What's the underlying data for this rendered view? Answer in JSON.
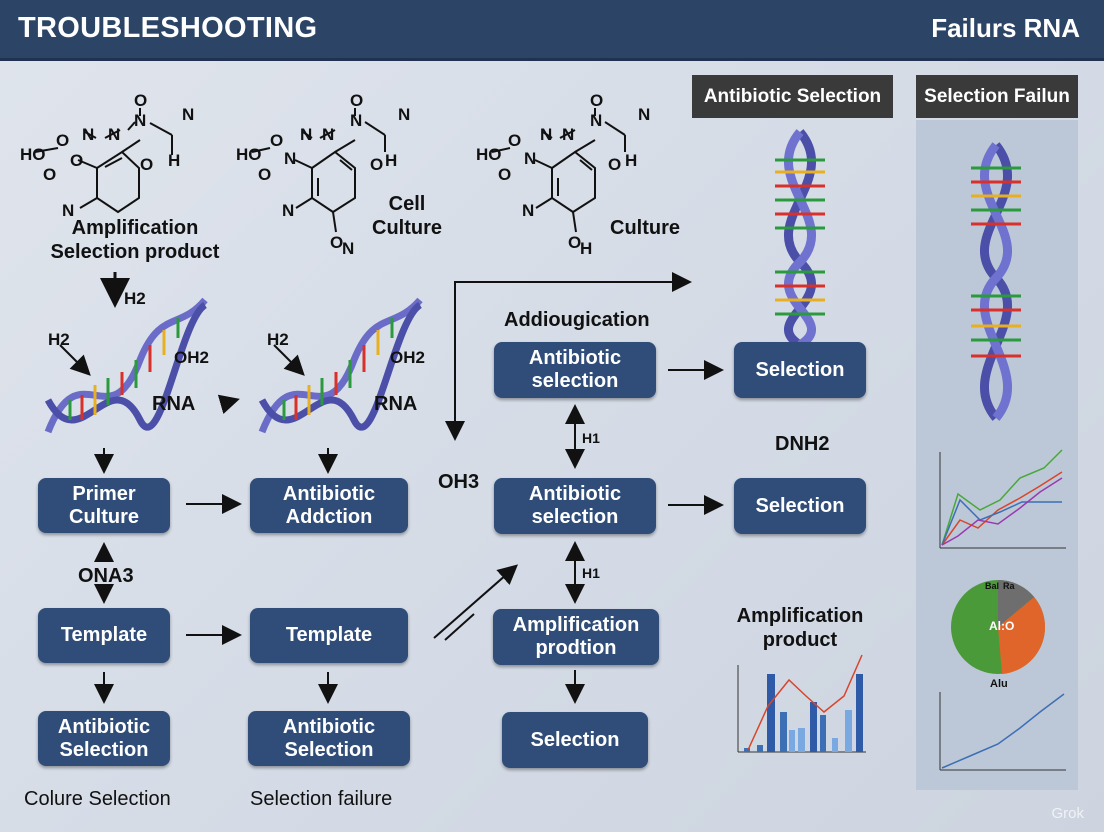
{
  "header": {
    "title": "TROUBLESHOOTING",
    "subtitle": "Failurs RNA"
  },
  "tags": {
    "antibiotic_selection": "Antibiotic Selection",
    "selection_failure": "Selection Failun"
  },
  "molecules": {
    "mol1": {
      "caption": "Amplification\nSelection product"
    },
    "mol2": {
      "caption": "Cell\nCulture"
    },
    "mol3": {
      "caption": "Culture"
    }
  },
  "labels": {
    "h2_top": "H2",
    "h2_left1": "H2",
    "oh2_1": "OH2",
    "rna_1": "RNA",
    "h2_left2": "H2",
    "oh2_2": "OH2",
    "rna_2": "RNA",
    "ona3": "ONA3",
    "oh3": "OH3",
    "dnh2": "DNH2",
    "h1_a": "H1",
    "h1_b": "H1",
    "addiougication": "Addiougication",
    "amplification_product": "Amplification\nproduct",
    "colure_selection": "Colure Selection",
    "selection_failure_bottom": "Selection failure"
  },
  "boxes": {
    "primer_culture": "Primer\nCulture",
    "antibiotic_addction": "Antibiotic\nAddction",
    "template_1": "Template",
    "template_2": "Template",
    "antibiotic_selection_1": "Antibiotic\nSelection",
    "antibiotic_selection_2": "Antibiotic\nSelection",
    "antibiotic_selection_top": "Antibiotic\nselection",
    "antibiotic_selection_mid": "Antibiotic\nselection",
    "amplification_prodtion": "Amplification\nprodtion",
    "selection_bottom": "Selection",
    "selection_top_right": "Selection",
    "selection_mid_right": "Selection"
  },
  "pie": {
    "center_label": "Al:O",
    "label_top_left": "Bal",
    "label_top_right": "Ra",
    "bottom_label": "Alu",
    "colors": [
      "#4a9a3a",
      "#e0652a",
      "#6e6e6e"
    ]
  },
  "watermark": "Grok"
}
